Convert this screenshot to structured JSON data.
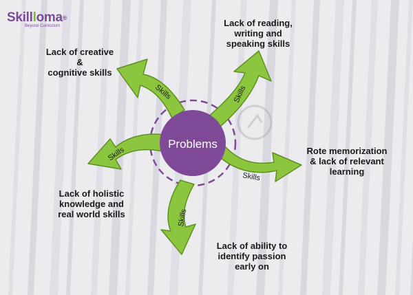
{
  "logo": {
    "name_part1": "Skill",
    "name_part2": "oma",
    "registered": "®",
    "tagline": "Beyond Curriculum"
  },
  "center": {
    "label": "Problems"
  },
  "arrow_text": "Skills",
  "problems": [
    {
      "id": "creative",
      "lines": [
        "Lack of creative",
        "&",
        "cognitive skills"
      ]
    },
    {
      "id": "reading",
      "lines": [
        "Lack of reading,",
        "writing and",
        "speaking skills"
      ]
    },
    {
      "id": "rote",
      "lines": [
        "Rote memorization",
        "& lack of  relevant",
        "learning"
      ]
    },
    {
      "id": "passion",
      "lines": [
        "Lack of ability to",
        "identify passion",
        "early on"
      ]
    },
    {
      "id": "holistic",
      "lines": [
        "Lack of holistic",
        "knowledge and",
        "real world skills"
      ]
    }
  ],
  "colors": {
    "arrow_fill": "#8cc63f",
    "arrow_stroke": "#5f8f22",
    "center_fill": "#7e4a98",
    "dash_ring": "#7e4a98",
    "text": "#1a1a1a"
  }
}
